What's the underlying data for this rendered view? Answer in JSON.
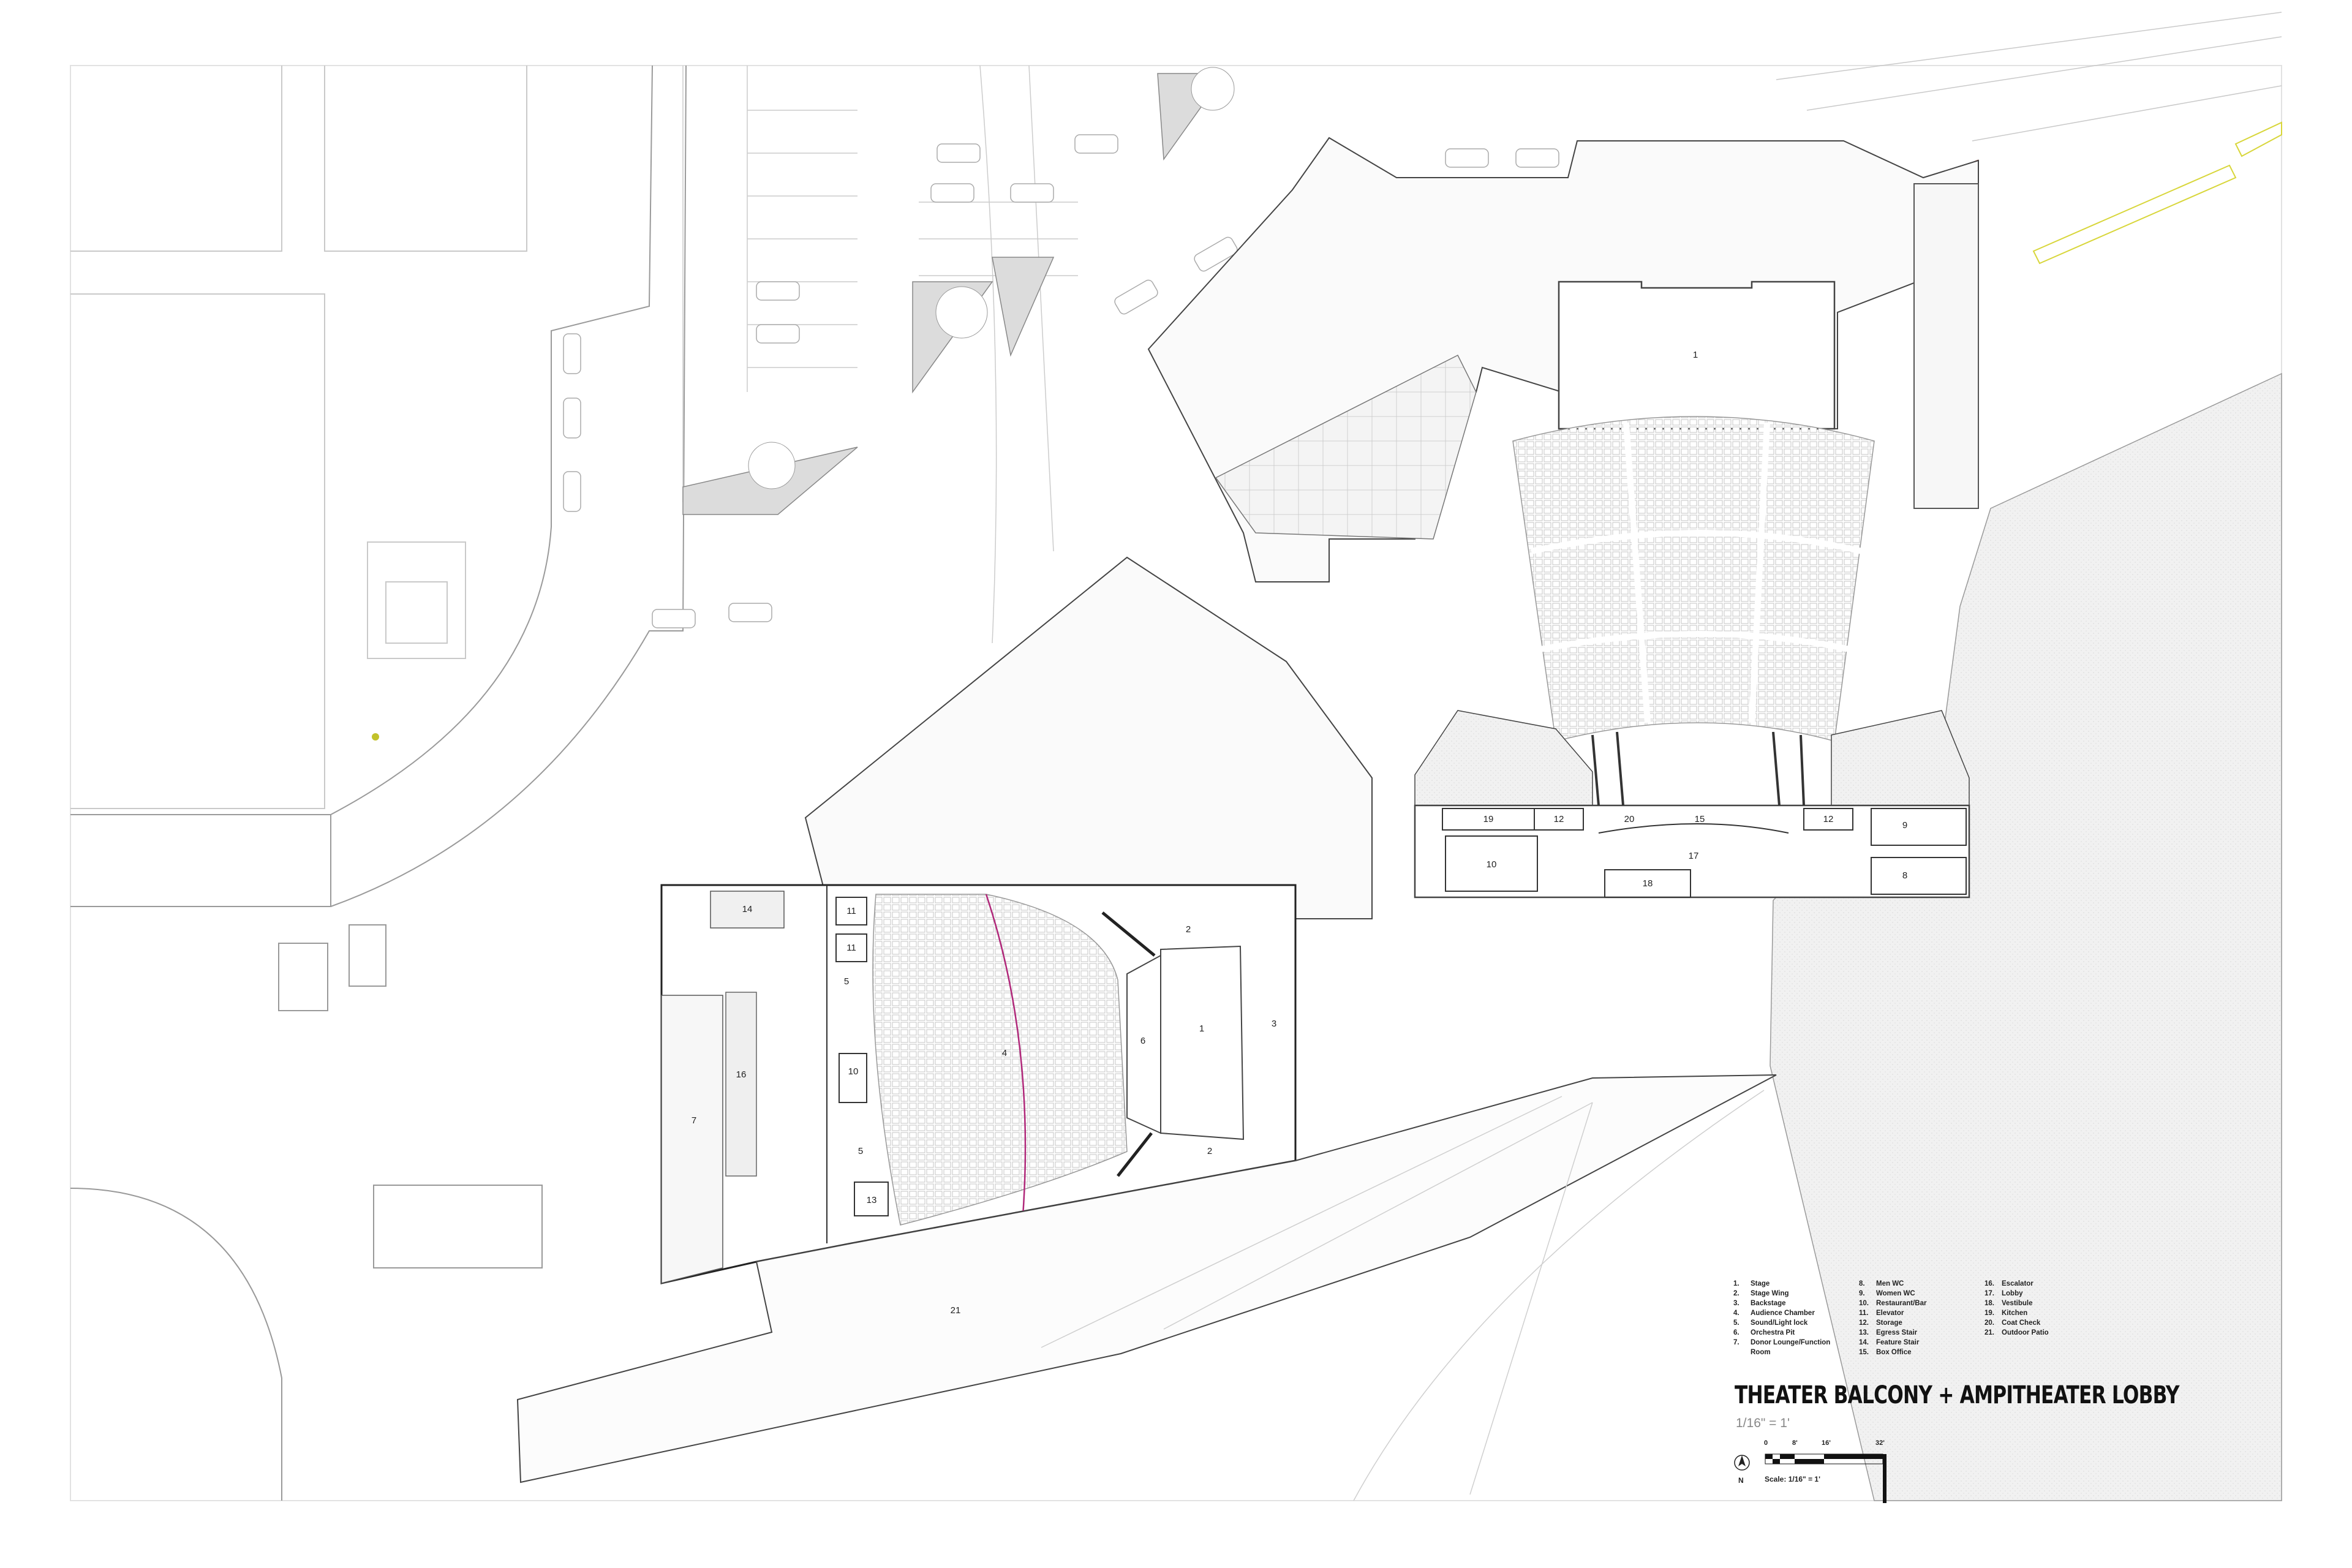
{
  "drawing": {
    "title": "THEATER BALCONY + AMPITHEATER LOBBY",
    "scale_note": "1/16\" = 1'",
    "scale_text": "Scale: 1/16\" = 1'",
    "north_label": "N",
    "scale_ticks": [
      "0",
      "8'",
      "16'",
      "32'"
    ]
  },
  "legend": {
    "col1": [
      {
        "num": "1.",
        "text": "Stage"
      },
      {
        "num": "2.",
        "text": "Stage Wing"
      },
      {
        "num": "3.",
        "text": "Backstage"
      },
      {
        "num": "4.",
        "text": "Audience Chamber"
      },
      {
        "num": "5.",
        "text": "Sound/Light lock"
      },
      {
        "num": "6.",
        "text": "Orchestra Pit"
      },
      {
        "num": "7.",
        "text": "Donor Lounge/Function"
      },
      {
        "num": "",
        "text": "Room"
      }
    ],
    "col2": [
      {
        "num": "8.",
        "text": "Men WC"
      },
      {
        "num": "9.",
        "text": "Women WC"
      },
      {
        "num": "10.",
        "text": "Restaurant/Bar"
      },
      {
        "num": "11.",
        "text": "Elevator"
      },
      {
        "num": "12.",
        "text": "Storage"
      },
      {
        "num": "13.",
        "text": "Egress Stair"
      },
      {
        "num": "14.",
        "text": "Feature Stair"
      },
      {
        "num": "15.",
        "text": "Box Office"
      }
    ],
    "col3": [
      {
        "num": "16.",
        "text": "Escalator"
      },
      {
        "num": "17.",
        "text": "Lobby"
      },
      {
        "num": "18.",
        "text": "Vestibule"
      },
      {
        "num": "19.",
        "text": "Kitchen"
      },
      {
        "num": "20.",
        "text": "Coat Check"
      },
      {
        "num": "21.",
        "text": "Outdoor Patio"
      }
    ]
  },
  "room_labels": {
    "amp_stage": "1",
    "amp_19": "19",
    "amp_12a": "12",
    "amp_20": "20",
    "amp_15": "15",
    "amp_12b": "12",
    "amp_9": "9",
    "amp_8": "8",
    "amp_17": "17",
    "amp_10": "10",
    "amp_18": "18",
    "th_14": "14",
    "th_11a": "11",
    "th_11b": "11",
    "th_5a": "5",
    "th_5b": "5",
    "th_16": "16",
    "th_7": "7",
    "th_10": "10",
    "th_13": "13",
    "th_4": "4",
    "th_6": "6",
    "th_1": "1",
    "th_2a": "2",
    "th_2b": "2",
    "th_3": "3",
    "patio_21": "21"
  },
  "colors": {
    "line": "#555555",
    "line_light": "#bbbbbb",
    "accent_magenta": "#b0287a",
    "accent_red": "#c0392b",
    "accent_yellow": "#d8d63a",
    "hatch_fill": "#ececec"
  }
}
